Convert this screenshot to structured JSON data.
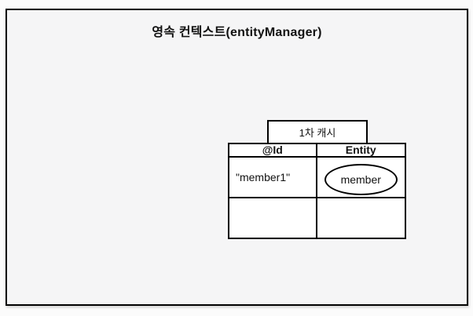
{
  "title": "영속 컨텍스트(entityManager)",
  "cache": {
    "label": "1차 캐시",
    "columns": [
      "@Id",
      "Entity"
    ],
    "rows": [
      {
        "id": "\"member1\"",
        "entity": "member"
      },
      {
        "id": "",
        "entity": ""
      }
    ]
  },
  "colors": {
    "border": "#000000",
    "frame_background": "#f5f5f6",
    "cell_background": "#ffffff",
    "text": "#111111",
    "page_background": "#fbfbfb"
  }
}
